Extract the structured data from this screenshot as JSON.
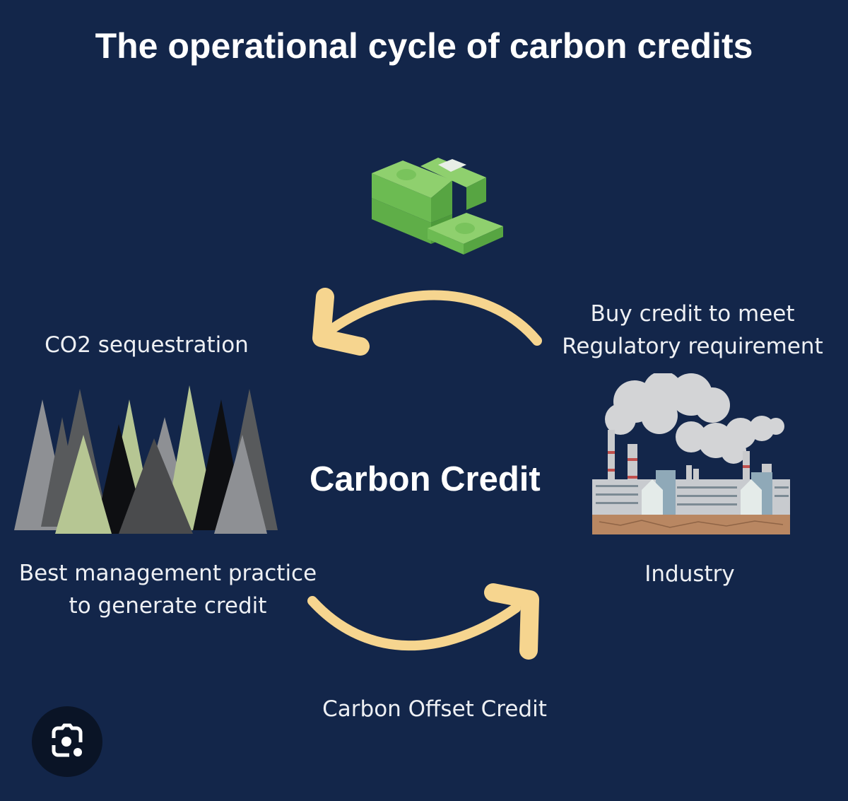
{
  "title": "The operational cycle of carbon credits",
  "center": {
    "label": "Carbon Credit"
  },
  "nodes": {
    "money": {
      "icon": "money-stack-icon"
    },
    "forest": {
      "label": "CO2 sequestration",
      "icon": "forest-icon",
      "caption_line1": "Best management practice",
      "caption_line2": "to generate credit"
    },
    "industry": {
      "label_line1": "Buy credit to meet",
      "label_line2": "Regulatory requirement",
      "icon": "factory-icon",
      "caption": "Industry"
    }
  },
  "arrows": {
    "top": {
      "direction": "industry-to-forest",
      "color": "#f6d58f"
    },
    "bottom": {
      "direction": "forest-to-industry",
      "color": "#f6d58f",
      "label": "Carbon Offset Credit"
    }
  },
  "overlay": {
    "lens_button_icon": "google-lens-icon"
  },
  "colors": {
    "background": "#13264a",
    "arrow": "#f6d58f",
    "text": "#ffffff"
  }
}
